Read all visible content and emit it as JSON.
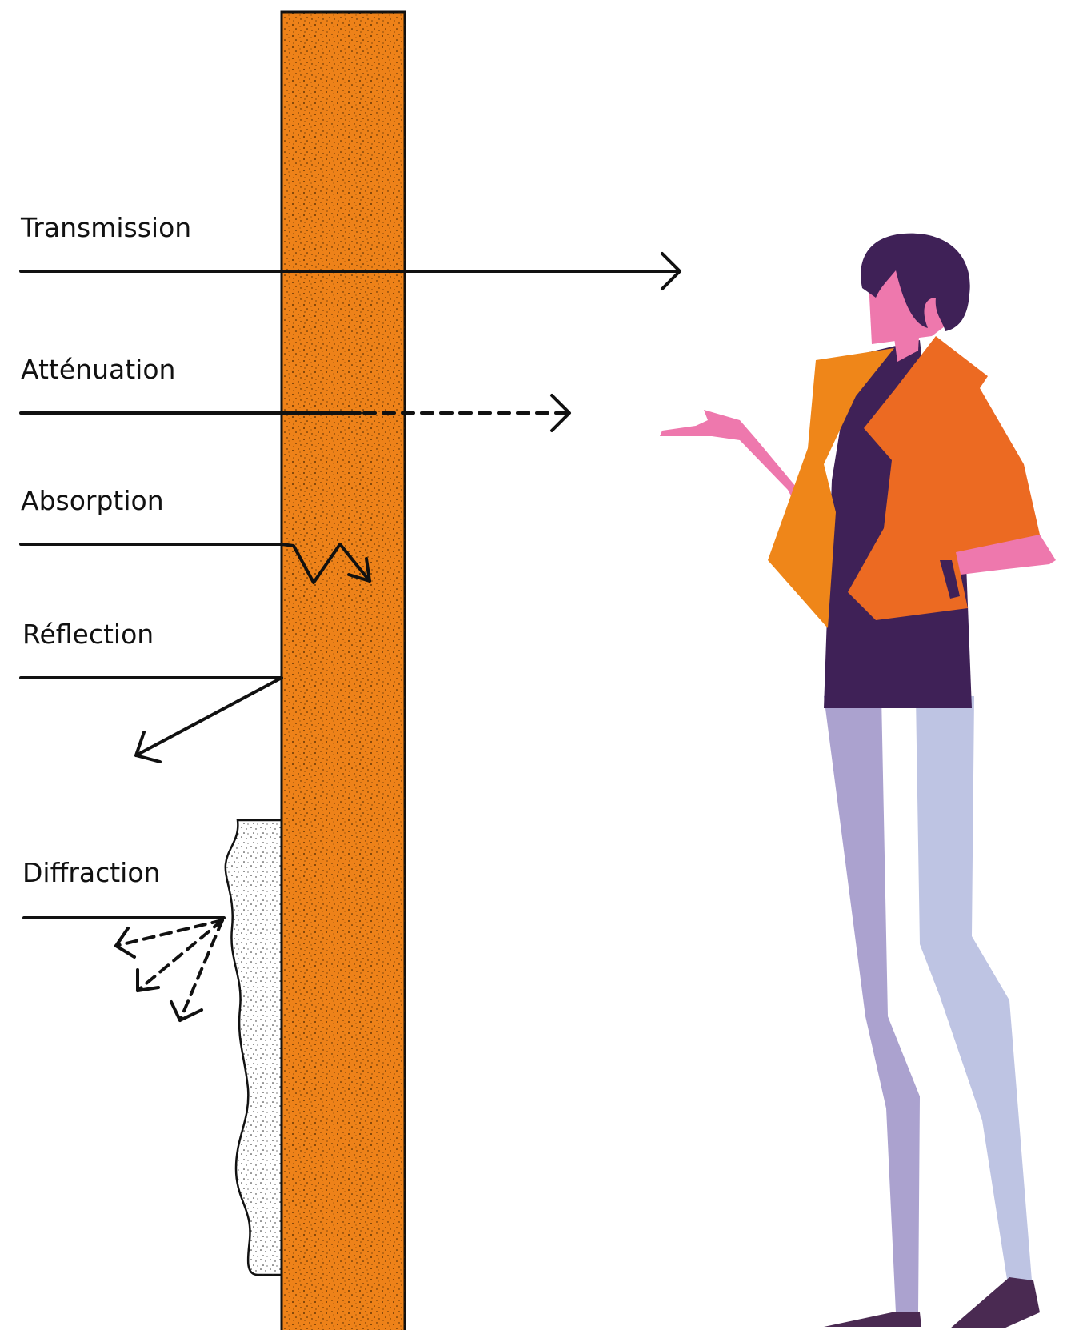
{
  "labels": {
    "transmission": "Transmission",
    "attenuation": "Atténuation",
    "absorption": "Absorption",
    "reflection": "Réflection",
    "diffraction": "Diffraction"
  },
  "colors": {
    "wall": "#ee8219",
    "wall_stroke": "#111111",
    "plaster": "#ffffff",
    "arrow": "#111111",
    "hair": "#3f2157",
    "skin": "#ee78ad",
    "jacket": "#ef8619",
    "jacket_dark": "#ec6a22",
    "top": "#3f2157",
    "leg_back": "#aba2cf",
    "leg_front": "#bec4e3",
    "shoe": "#4a2a52"
  },
  "icons": {
    "wall": "wall-cross-section",
    "plaster": "plaster-layer",
    "person": "woman-presenting-figure"
  }
}
